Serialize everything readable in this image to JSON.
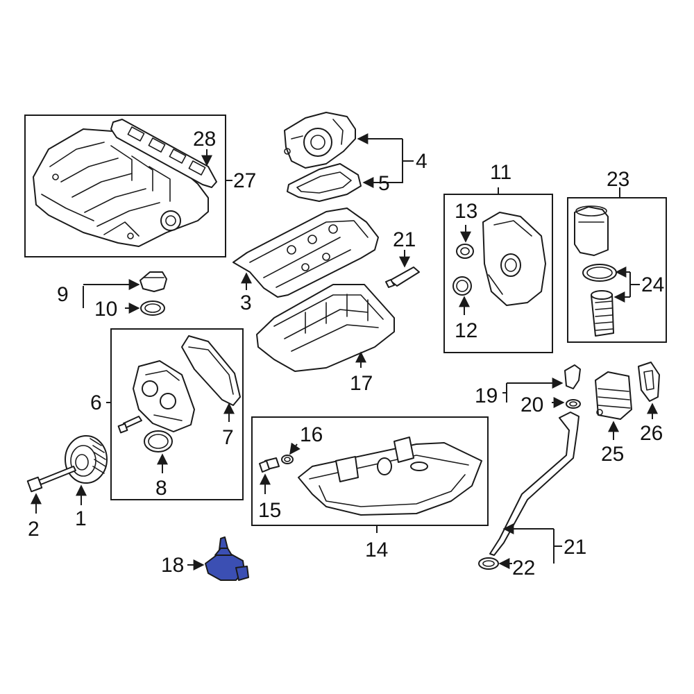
{
  "colors": {
    "highlight": "#3B4FB3",
    "line": "#1a1a1a",
    "background": "#ffffff"
  },
  "callouts": {
    "c1": "1",
    "c2": "2",
    "c3": "3",
    "c4": "4",
    "c5": "5",
    "c6": "6",
    "c7": "7",
    "c8": "8",
    "c9": "9",
    "c10": "10",
    "c11": "11",
    "c12": "12",
    "c13": "13",
    "c14": "14",
    "c15": "15",
    "c16": "16",
    "c17": "17",
    "c18": "18",
    "c19": "19",
    "c20": "20",
    "c21_tube": "21",
    "c21_dipstick": "21",
    "c22": "22",
    "c23": "23",
    "c24": "24",
    "c25": "25",
    "c26": "26",
    "c27": "27",
    "c28": "28"
  }
}
